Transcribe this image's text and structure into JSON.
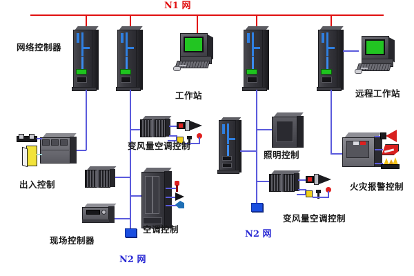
{
  "diagram": {
    "title_networks": {
      "n1_label": "N1 网",
      "n1_color": "#e10f0f",
      "n2_label_left": "N2 网",
      "n2_label_right": "N2 网",
      "n2_color": "#2a2ad4"
    },
    "labels": {
      "network_controller": "网络控制器",
      "workstation": "工作站",
      "remote_workstation": "远程工作站",
      "vav_control_left": "变风量空调控制",
      "vav_control_right": "变风量空调控制",
      "access_control": "出入控制",
      "field_controller": "现场控制器",
      "ac_control": "空调控制",
      "lighting_control": "照明控制",
      "fire_alarm_control": "火灾报警控制"
    },
    "icons": {
      "network_controller_cabinet": "server-tower-icon",
      "workstation_computer": "crt-computer-icon",
      "vav_module": "ribbed-controller-icon",
      "damper_actuator": "damper-actuator-icon",
      "yellow_sensor": "yellow-sensor-icon",
      "red_sensor": "red-sensor-icon",
      "access_panel": "access-panel-icon",
      "card_reader": "card-reader-icon",
      "door": "door-icon",
      "field_controller_box": "field-controller-icon",
      "lighting_panel": "lighting-panel-icon",
      "ac_cabinet": "ac-cabinet-icon",
      "temperature_probe": "thermometer-icon",
      "black_sensor": "black-sensor-icon",
      "blue_sensor": "blue-sensor-icon",
      "fire_panel": "fire-alarm-panel-icon",
      "horn": "alarm-horn-icon",
      "strobe": "alarm-strobe-icon",
      "flame_detector": "flame-detector-icon",
      "n2_terminator": "n2-bus-terminator-icon"
    },
    "colors": {
      "n1_bus": "#e10f0f",
      "n2_bus": "#5a5adc",
      "terminator": "#1a4ee0",
      "screen": "#22c522",
      "led": "#1ec41e"
    }
  }
}
